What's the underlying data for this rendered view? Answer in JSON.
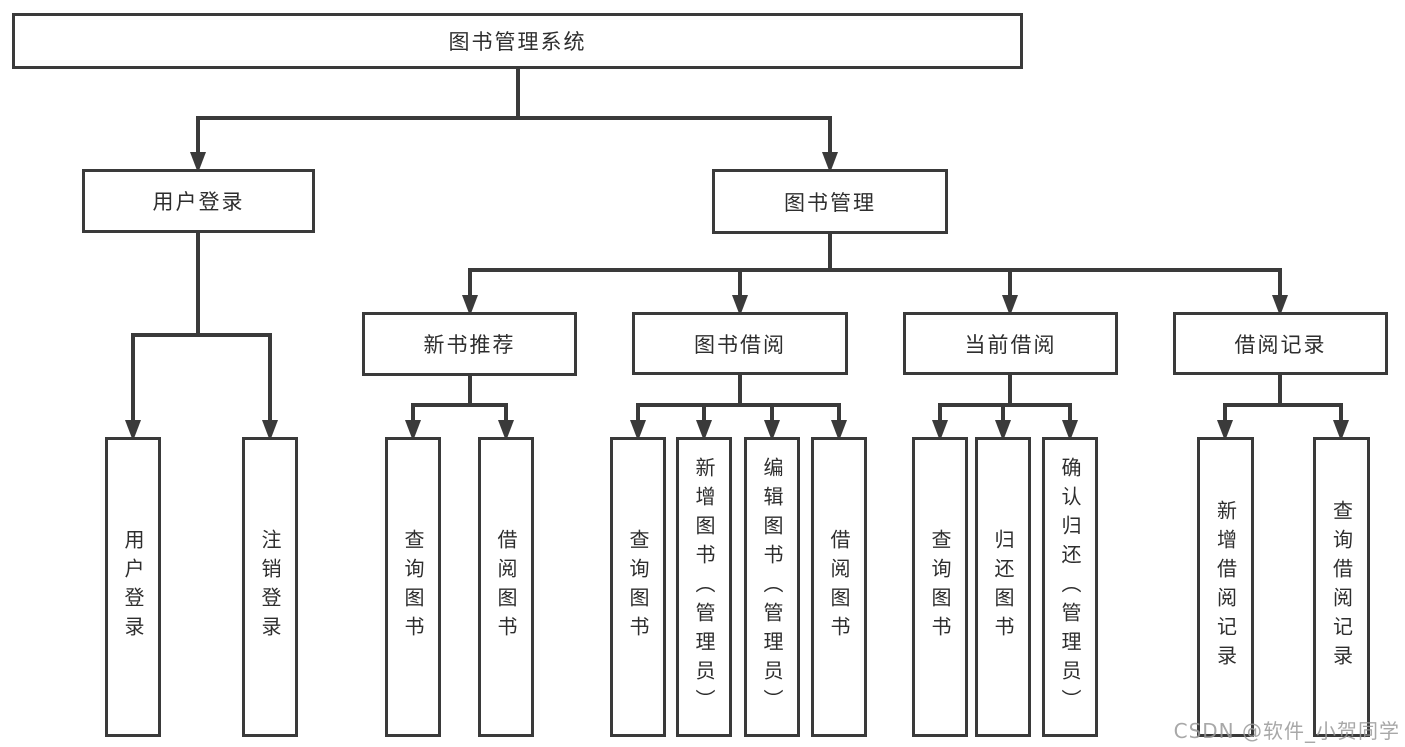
{
  "diagram": {
    "title": "图书管理系统",
    "tree": {
      "id": "root",
      "label": "图书管理系统",
      "children": [
        {
          "id": "user-login",
          "label": "用户登录",
          "children": [
            {
              "id": "leaf-user-login",
              "label": "用户登录"
            },
            {
              "id": "leaf-logout",
              "label": "注销登录"
            }
          ]
        },
        {
          "id": "book-mgmt",
          "label": "图书管理",
          "children": [
            {
              "id": "new-book-rec",
              "label": "新书推荐",
              "children": [
                {
                  "id": "leaf-query-books-1",
                  "label": "查询图书"
                },
                {
                  "id": "leaf-borrow-books-1",
                  "label": "借阅图书"
                }
              ]
            },
            {
              "id": "book-borrow",
              "label": "图书借阅",
              "children": [
                {
                  "id": "leaf-query-books-2",
                  "label": "查询图书"
                },
                {
                  "id": "leaf-add-books",
                  "label": "新增图书（管理员）"
                },
                {
                  "id": "leaf-edit-books",
                  "label": "编辑图书（管理员）"
                },
                {
                  "id": "leaf-borrow-books-2",
                  "label": "借阅图书"
                }
              ]
            },
            {
              "id": "current-borrow",
              "label": "当前借阅",
              "children": [
                {
                  "id": "leaf-query-books-3",
                  "label": "查询图书"
                },
                {
                  "id": "leaf-return-books",
                  "label": "归还图书"
                },
                {
                  "id": "leaf-confirm-return",
                  "label": "确认归还（管理员）"
                }
              ]
            },
            {
              "id": "borrow-records",
              "label": "借阅记录",
              "children": [
                {
                  "id": "leaf-add-borrow-record",
                  "label": "新增借阅记录"
                },
                {
                  "id": "leaf-query-borrow-record",
                  "label": "查询借阅记录"
                }
              ]
            }
          ]
        }
      ]
    }
  },
  "watermark": {
    "text": "CSDN @软件_小贺同学"
  },
  "colors": {
    "line": "#3a3a3a",
    "text": "#2e2e2e",
    "box_fill": "#ffffff",
    "watermark": "#9a9a9a"
  }
}
